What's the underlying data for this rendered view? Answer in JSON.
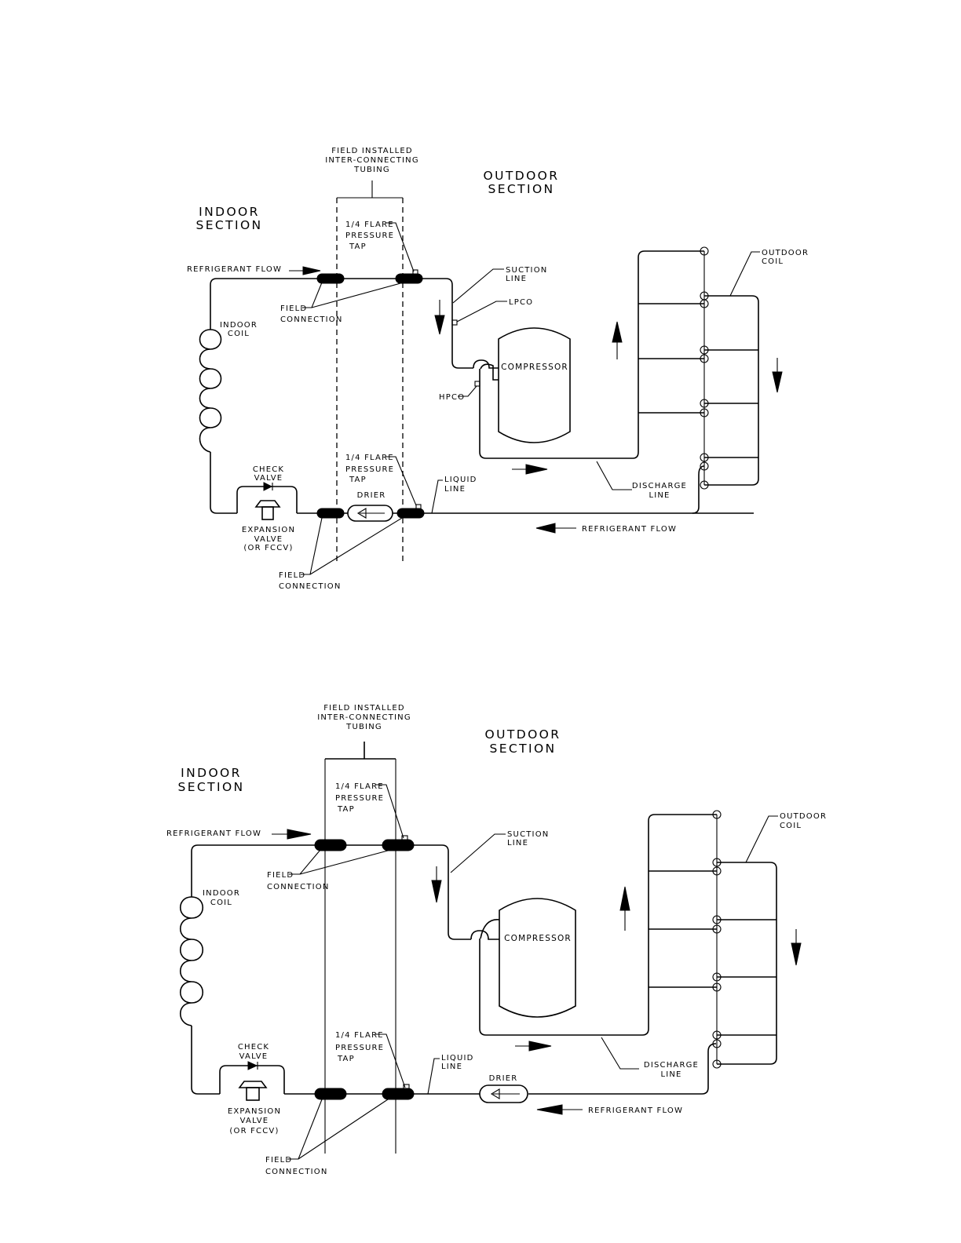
{
  "diagrams": [
    {
      "field_installed": [
        "FIELD INSTALLED",
        "INTER-CONNECTING",
        "TUBING"
      ],
      "outdoor_section": [
        "OUTDOOR",
        "SECTION"
      ],
      "indoor_section": [
        "INDOOR",
        "SECTION"
      ],
      "flare_top": [
        "1/4 FLARE",
        "PRESSURE",
        "TAP"
      ],
      "flare_bottom": [
        "1/4 FLARE",
        "PRESSURE",
        "TAP"
      ],
      "refrigerant_flow_top": "REFRIGERANT FLOW",
      "refrigerant_flow_bottom": "REFRIGERANT FLOW",
      "field_connection_upper": [
        "FIELD",
        "CONNECTION"
      ],
      "field_connection_lower": [
        "FIELD",
        "CONNECTION"
      ],
      "indoor_coil": [
        "INDOOR",
        "COIL"
      ],
      "suction_line": [
        "SUCTION",
        "LINE"
      ],
      "lpco": "LPCO",
      "hpco": "HPCO",
      "compressor": "COMPRESSOR",
      "outdoor_coil": [
        "OUTDOOR",
        "COIL"
      ],
      "check_valve": [
        "CHECK",
        "VALVE"
      ],
      "expansion_valve": [
        "EXPANSION",
        "VALVE",
        "(OR FCCV)"
      ],
      "drier": "DRIER",
      "liquid_line": [
        "LIQUID",
        "LINE"
      ],
      "discharge_line": [
        "DISCHARGE",
        "LINE"
      ]
    },
    {
      "field_installed": [
        "FIELD INSTALLED",
        "INTER-CONNECTING",
        "TUBING"
      ],
      "outdoor_section": [
        "OUTDOOR",
        "SECTION"
      ],
      "indoor_section": [
        "INDOOR",
        "SECTION"
      ],
      "flare_top": [
        "1/4 FLARE",
        "PRESSURE",
        "TAP"
      ],
      "flare_bottom": [
        "1/4 FLARE",
        "PRESSURE",
        "TAP"
      ],
      "refrigerant_flow_top": "REFRIGERANT FLOW",
      "refrigerant_flow_bottom": "REFRIGERANT FLOW",
      "field_connection_upper": [
        "FIELD",
        "CONNECTION"
      ],
      "field_connection_lower": [
        "FIELD",
        "CONNECTION"
      ],
      "indoor_coil": [
        "INDOOR",
        "COIL"
      ],
      "suction_line": [
        "SUCTION",
        "LINE"
      ],
      "compressor": "COMPRESSOR",
      "outdoor_coil": [
        "OUTDOOR",
        "COIL"
      ],
      "check_valve": [
        "CHECK",
        "VALVE"
      ],
      "expansion_valve": [
        "EXPANSION",
        "VALVE",
        "(OR FCCV)"
      ],
      "drier": "DRIER",
      "liquid_line": [
        "LIQUID",
        "LINE"
      ],
      "discharge_line": [
        "DISCHARGE",
        "LINE"
      ]
    }
  ]
}
